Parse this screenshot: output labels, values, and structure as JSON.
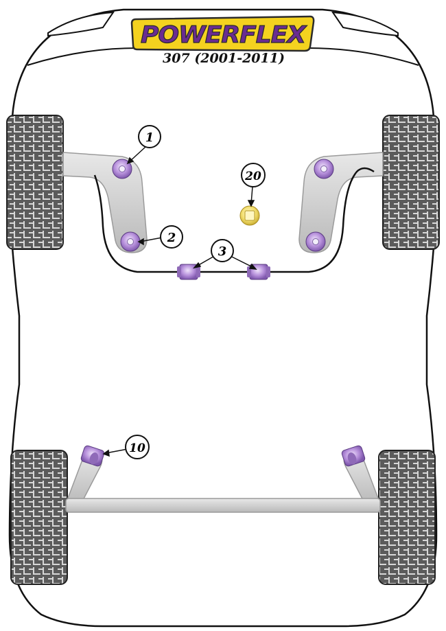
{
  "brand": {
    "name": "POWERFLEX",
    "colors": {
      "badge": "#f4d21f",
      "text": "#6a2c91",
      "outline": "#2b2b2b"
    }
  },
  "model": {
    "title": "307 (2001-2011)"
  },
  "callouts": [
    {
      "id": "1",
      "label": "1"
    },
    {
      "id": "2",
      "label": "2"
    },
    {
      "id": "3",
      "label": "3"
    },
    {
      "id": "20",
      "label": "20"
    },
    {
      "id": "10",
      "label": "10"
    }
  ],
  "colors": {
    "bushing_purple": "#b08ad6",
    "bushing_yellow": "#f6e27a",
    "arm_gray": "#cfcfcf",
    "tire": "#5a5a5a",
    "body_outline": "#111111"
  }
}
